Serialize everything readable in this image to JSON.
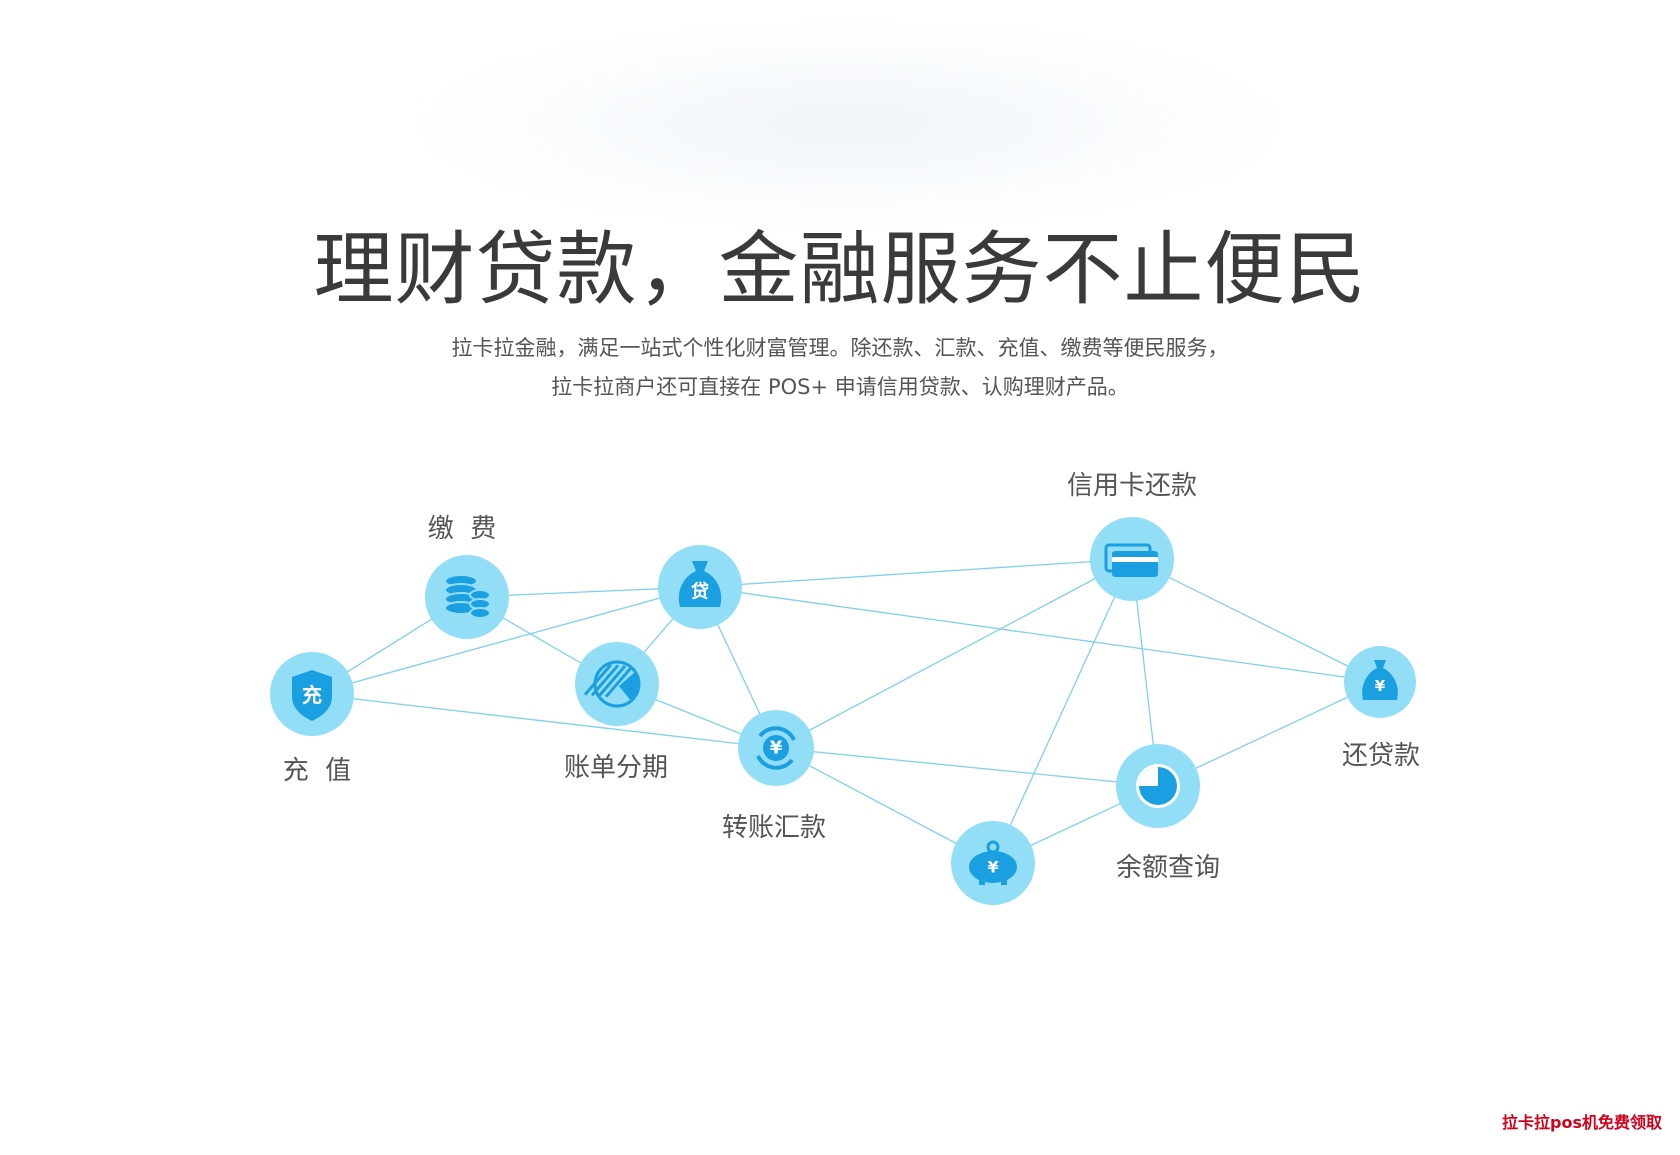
{
  "header": {
    "title": "理财贷款，金融服务不止便民",
    "subtitle_line1": "拉卡拉金融，满足一站式个性化财富管理。除还款、汇款、充值、缴费等便民服务，",
    "subtitle_line2": "拉卡拉商户还可直接在 POS+ 申请信用贷款、认购理财产品。"
  },
  "colors": {
    "node_fill": "#93def7",
    "icon_color": "#1a9fe0",
    "line_color": "#7fd0ec",
    "title_color": "#3a3a3a",
    "watermark_color": "#d0021b"
  },
  "nodes": [
    {
      "id": "topup",
      "label": "充  值",
      "icon": "shield-topup-icon",
      "icon_text": "充"
    },
    {
      "id": "payment",
      "label": "缴  费",
      "icon": "coin-stack-icon"
    },
    {
      "id": "installment",
      "label": "账单分期",
      "icon": "striped-circle-icon"
    },
    {
      "id": "loan",
      "label": "",
      "icon": "loan-bag-icon",
      "icon_text": "贷"
    },
    {
      "id": "transfer",
      "label": "转账汇款",
      "icon": "yen-transfer-icon",
      "icon_text": "¥"
    },
    {
      "id": "piggy",
      "label": "",
      "icon": "piggy-bank-icon",
      "icon_text": "¥"
    },
    {
      "id": "balance",
      "label": "余额查询",
      "icon": "pie-chart-icon"
    },
    {
      "id": "creditcard",
      "label": "信用卡还款",
      "icon": "credit-card-icon"
    },
    {
      "id": "repay",
      "label": "还贷款",
      "icon": "money-bag-icon",
      "icon_text": "¥"
    }
  ],
  "edges": [
    [
      "topup",
      "payment"
    ],
    [
      "topup",
      "loan"
    ],
    [
      "topup",
      "transfer"
    ],
    [
      "payment",
      "loan"
    ],
    [
      "payment",
      "installment"
    ],
    [
      "installment",
      "loan"
    ],
    [
      "installment",
      "transfer"
    ],
    [
      "loan",
      "transfer"
    ],
    [
      "loan",
      "creditcard"
    ],
    [
      "loan",
      "repay"
    ],
    [
      "transfer",
      "creditcard"
    ],
    [
      "transfer",
      "balance"
    ],
    [
      "transfer",
      "piggy"
    ],
    [
      "creditcard",
      "piggy"
    ],
    [
      "creditcard",
      "balance"
    ],
    [
      "creditcard",
      "repay"
    ],
    [
      "piggy",
      "balance"
    ],
    [
      "balance",
      "repay"
    ]
  ],
  "watermark": "拉卡拉pos机免费领取"
}
